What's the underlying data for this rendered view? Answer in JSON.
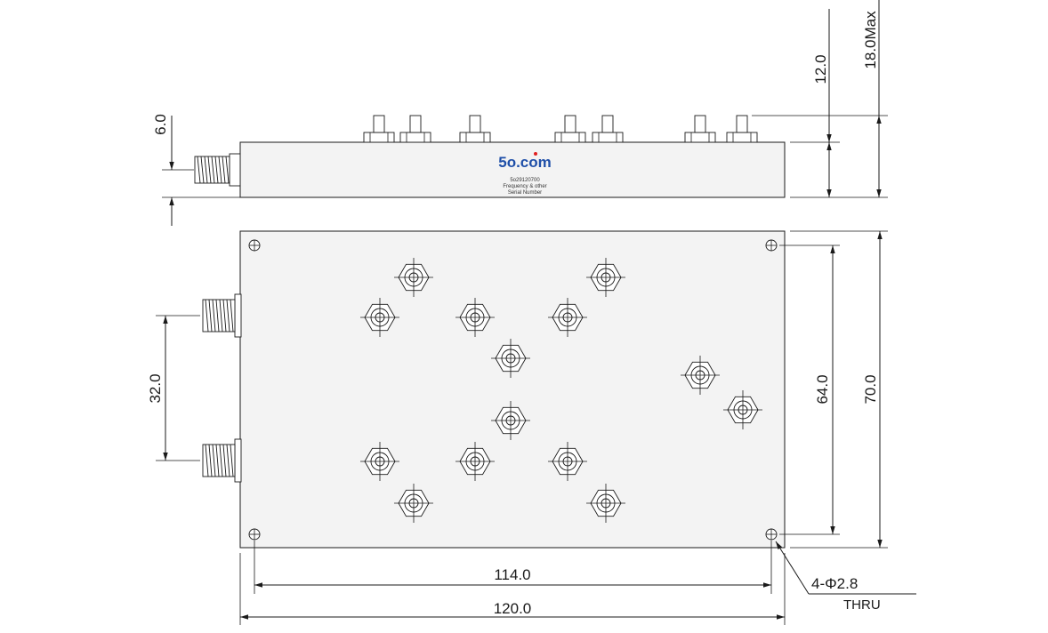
{
  "logo": {
    "text": "5o.com"
  },
  "label": {
    "part_number": "5o29120700",
    "line2": "Frequency & other",
    "line3": "Serial Number"
  },
  "dimensions": {
    "connector_height": "6.0",
    "tuner_height": "12.0",
    "max_height": "18.0Max",
    "port_spacing": "32.0",
    "hole_spacing_v": "64.0",
    "width": "70.0",
    "hole_spacing_h": "114.0",
    "length": "120.0",
    "holes": "4-Φ2.8",
    "holes_note": "THRU"
  },
  "colors": {
    "outline": "#1a1a1a",
    "body_fill": "#f3f3f3",
    "logo": "#1f4fa8",
    "logo_dot": "#e02020"
  }
}
